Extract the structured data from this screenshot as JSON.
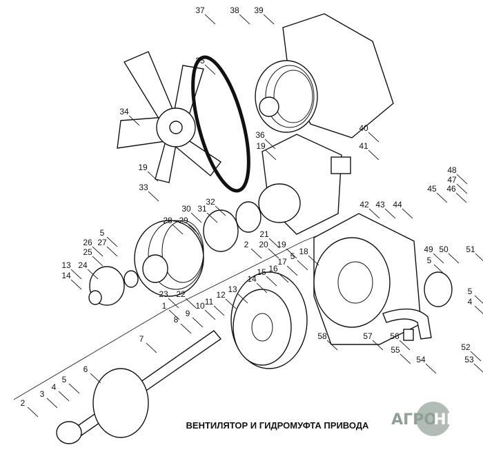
{
  "title": "ВЕНТИЛЯТОР И ГИДРОМУФТА ПРИВОДА",
  "watermark": "АГРОНКА",
  "logo": {
    "left": "АГРО",
    "right": "НКА",
    "color": "#8fa096"
  },
  "callouts": [
    "37",
    "38",
    "39",
    "35",
    "34",
    "40",
    "41",
    "36",
    "19",
    "19",
    "33",
    "48",
    "47",
    "45",
    "46",
    "42",
    "43",
    "44",
    "32",
    "30",
    "31",
    "28",
    "29",
    "5",
    "26",
    "27",
    "25",
    "13",
    "24",
    "14",
    "21",
    "2",
    "20",
    "19",
    "23",
    "22",
    "1",
    "49",
    "50",
    "51",
    "5",
    "18",
    "5",
    "17",
    "16",
    "15",
    "14",
    "13",
    "12",
    "11",
    "10",
    "9",
    "8",
    "5",
    "4",
    "58",
    "57",
    "56",
    "55",
    "54",
    "52",
    "53",
    "7",
    "6",
    "5",
    "4",
    "3",
    "2"
  ]
}
